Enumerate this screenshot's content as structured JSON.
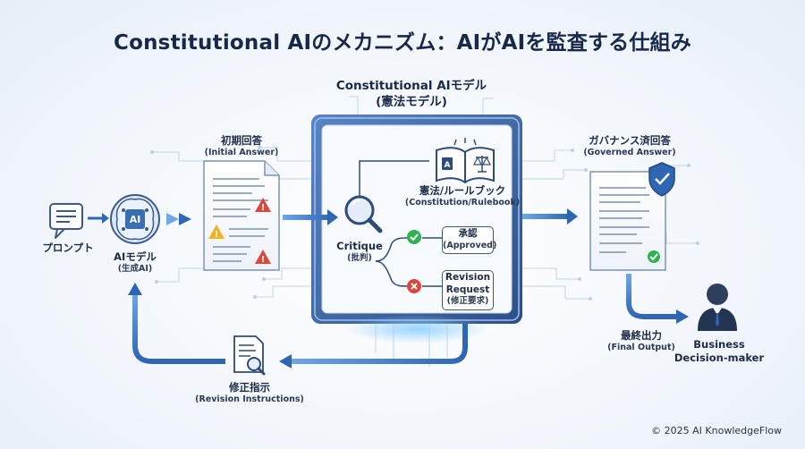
{
  "title": "Constitutional AIのメカニズム：AIがAIを監査する仕組み",
  "model": {
    "title_line1": "Constitutional AIモデル",
    "title_line2": "(憲法モデル)"
  },
  "prompt": {
    "label": "プロンプト"
  },
  "ai_model": {
    "label": "AIモデル",
    "sub": "(生成AI)"
  },
  "initial_answer": {
    "label": "初期回答",
    "sub": "(Initial Answer)"
  },
  "rulebook": {
    "label": "憲法/ルールブック",
    "sub": "(Constitution/Rulebook)"
  },
  "critique": {
    "label": "Critique",
    "sub": "(批判)"
  },
  "approved": {
    "label": "承認",
    "sub": "(Approved)"
  },
  "revision_request": {
    "label_line1": "Revision",
    "label_line2": "Request",
    "sub": "(修正要求)"
  },
  "governed_answer": {
    "label": "ガバナンス済回答",
    "sub": "(Governed Answer)"
  },
  "final_output": {
    "label": "最終出力",
    "sub": "(Final Output)"
  },
  "decision_maker": {
    "label_line1": "Business",
    "label_line2": "Decision-maker"
  },
  "revision_instructions": {
    "label": "修正指示",
    "sub": "(Revision Instructions)"
  },
  "ai_chip_text": "AI",
  "copyright": "© 2025 AI KnowledgeFlow",
  "colors": {
    "primary": "#2f66b3",
    "dark_navy": "#17284a",
    "warning": "#e0463a",
    "warning_yellow": "#f2b21e",
    "success": "#2eb24f",
    "danger": "#e0463a"
  }
}
